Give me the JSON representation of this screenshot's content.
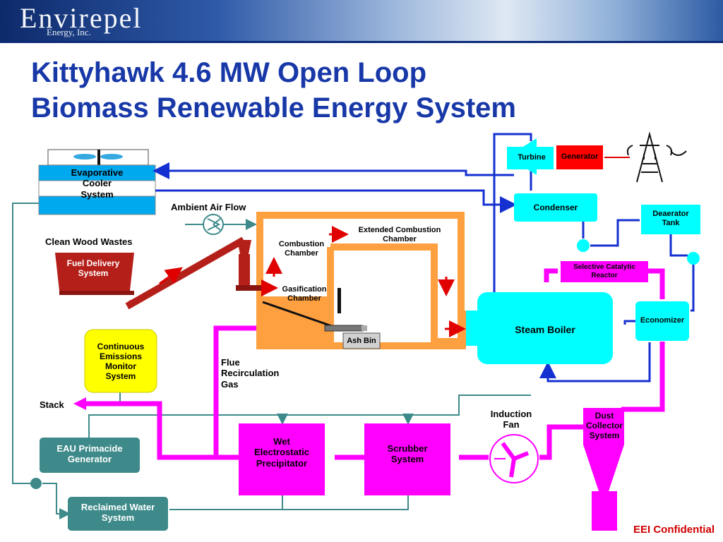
{
  "header": {
    "logo": "Envirepel",
    "logo_sub": "Energy, Inc."
  },
  "title": {
    "line1": "Kittyhawk 4.6 MW Open Loop",
    "line2": "Biomass Renewable Energy System"
  },
  "labels": {
    "evaporative_cooler": [
      "Evaporative",
      "Cooler",
      "System"
    ],
    "ambient_air_flow": "Ambient Air Flow",
    "clean_wood_wastes": "Clean Wood Wastes",
    "fuel_delivery": [
      "Fuel Delivery",
      "System"
    ],
    "combustion_chamber": [
      "Combustion",
      "Chamber"
    ],
    "extended_combustion": [
      "Extended Combustion",
      "Chamber"
    ],
    "gasification_chamber": [
      "Gasification",
      "Chamber"
    ],
    "ash_bin": "Ash Bin",
    "cems": [
      "Continuous",
      "Emissions",
      "Monitor",
      "System"
    ],
    "flue_recirculation": [
      "Flue",
      "Recirculation",
      "Gas"
    ],
    "stack": "Stack",
    "eau_generator": [
      "EAU Primacide",
      "Generator"
    ],
    "reclaimed_water": [
      "Reclaimed Water",
      "System"
    ],
    "wet_esp": [
      "Wet",
      "Electrostatic",
      "Precipitator"
    ],
    "scrubber": [
      "Scrubber",
      "System"
    ],
    "induction_fan": [
      "Induction",
      "Fan"
    ],
    "dust_collector": [
      "Dust",
      "Collector",
      "System"
    ],
    "turbine": "Turbine",
    "generator": "Generator",
    "condenser": "Condenser",
    "deaerator": [
      "Deaerator",
      "Tank"
    ],
    "scr": [
      "Selective Catalytic",
      "Reactor"
    ],
    "economizer": "Economizer",
    "steam_boiler": "Steam Boiler"
  },
  "footer": {
    "confidential": "EEI Confidential"
  },
  "colors": {
    "title": "#1838a8",
    "water_line": "#1530d0",
    "flue_line": "#ff00ff",
    "cyan": "#00ffff",
    "magenta": "#ff00ff",
    "orange": "#ffa040",
    "teal_box": "#3e8a8a",
    "red_arrow": "#e00000"
  }
}
